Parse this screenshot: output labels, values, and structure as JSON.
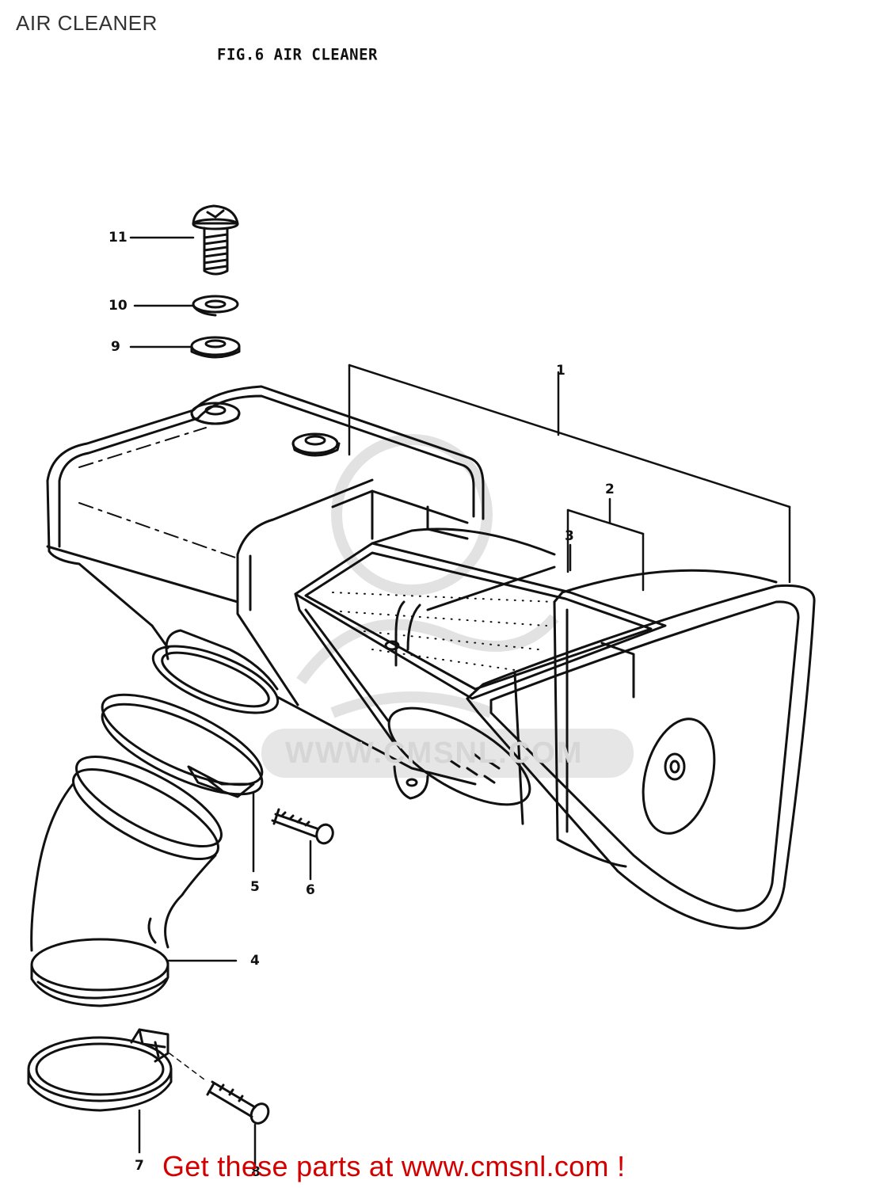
{
  "page": {
    "title": "AIR CLEANER"
  },
  "figure": {
    "title": "FIG.6  AIR CLEANER",
    "callouts": [
      {
        "id": "1",
        "label": "1"
      },
      {
        "id": "2",
        "label": "2"
      },
      {
        "id": "3",
        "label": "3"
      },
      {
        "id": "4",
        "label": "4"
      },
      {
        "id": "5",
        "label": "5"
      },
      {
        "id": "6",
        "label": "6"
      },
      {
        "id": "7",
        "label": "7"
      },
      {
        "id": "8",
        "label": "8"
      },
      {
        "id": "9",
        "label": "9"
      },
      {
        "id": "10",
        "label": "10"
      },
      {
        "id": "11",
        "label": "11"
      }
    ]
  },
  "footer": {
    "link_text": "Get these parts at www.cmsnl.com !",
    "link_color": "#d40000"
  },
  "watermark": {
    "text": "WWW.CMSNL.COM",
    "color": "#dddddd"
  }
}
